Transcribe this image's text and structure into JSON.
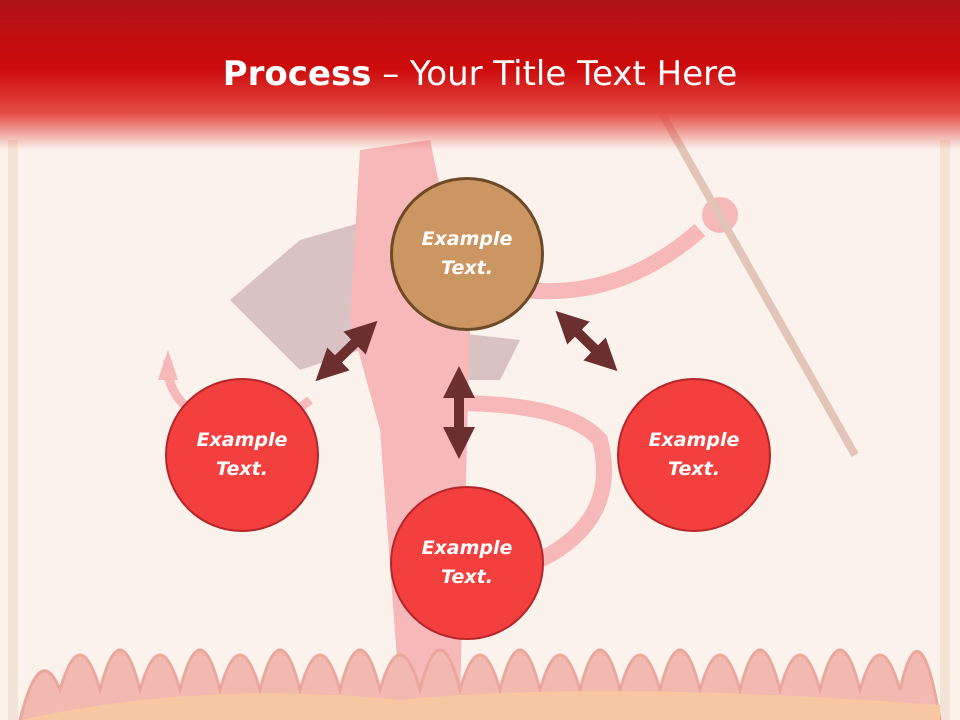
{
  "title": {
    "bold": "Process",
    "rest": " – Your Title Text Here"
  },
  "nodes": [
    {
      "label_line1": "Example",
      "label_line2": "Text."
    },
    {
      "label_line1": "Example",
      "label_line2": "Text."
    },
    {
      "label_line1": "Example",
      "label_line2": "Text."
    },
    {
      "label_line1": "Example",
      "label_line2": "Text."
    }
  ],
  "colors": {
    "header": "#cc0a0a",
    "center": "#cc9663",
    "node": "#f43f3f",
    "arrow": "#6b2f2f"
  }
}
